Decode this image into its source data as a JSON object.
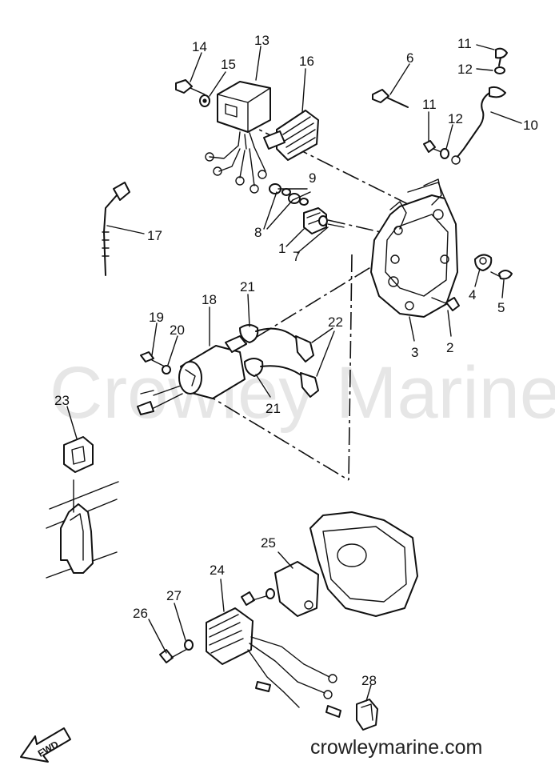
{
  "watermark": "Crowley Marine",
  "website": "crowleymarine.com",
  "direction_label": "FWD",
  "part_numbers": [
    "1",
    "2",
    "3",
    "4",
    "5",
    "6",
    "7",
    "8",
    "9",
    "10",
    "11",
    "12",
    "13",
    "14",
    "15",
    "16",
    "17",
    "18",
    "19",
    "20",
    "21",
    "22",
    "23",
    "24",
    "25",
    "26",
    "27",
    "28"
  ],
  "callouts": [
    {
      "id": "c14",
      "text": "14"
    },
    {
      "id": "c15",
      "text": "15"
    },
    {
      "id": "c13",
      "text": "13"
    },
    {
      "id": "c16",
      "text": "16"
    },
    {
      "id": "c6",
      "text": "6"
    },
    {
      "id": "c11a",
      "text": "11"
    },
    {
      "id": "c12a",
      "text": "12"
    },
    {
      "id": "c10",
      "text": "10"
    },
    {
      "id": "c11b",
      "text": "11"
    },
    {
      "id": "c12b",
      "text": "12"
    },
    {
      "id": "c9",
      "text": "9"
    },
    {
      "id": "c8",
      "text": "8"
    },
    {
      "id": "c1",
      "text": "1"
    },
    {
      "id": "c7",
      "text": "7"
    },
    {
      "id": "c17",
      "text": "17"
    },
    {
      "id": "c4",
      "text": "4"
    },
    {
      "id": "c5",
      "text": "5"
    },
    {
      "id": "c21a",
      "text": "21"
    },
    {
      "id": "c18",
      "text": "18"
    },
    {
      "id": "c19",
      "text": "19"
    },
    {
      "id": "c20",
      "text": "20"
    },
    {
      "id": "c22",
      "text": "22"
    },
    {
      "id": "c2",
      "text": "2"
    },
    {
      "id": "c3",
      "text": "3"
    },
    {
      "id": "c21b",
      "text": "21"
    },
    {
      "id": "c23",
      "text": "23"
    },
    {
      "id": "c25",
      "text": "25"
    },
    {
      "id": "c24",
      "text": "24"
    },
    {
      "id": "c27",
      "text": "27"
    },
    {
      "id": "c26",
      "text": "26"
    },
    {
      "id": "c28",
      "text": "28"
    }
  ]
}
